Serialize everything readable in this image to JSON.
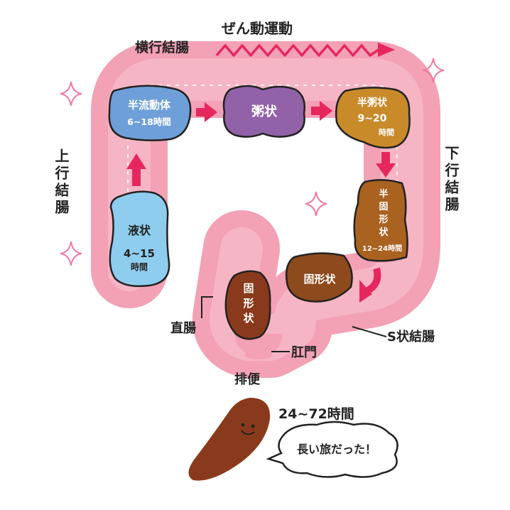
{
  "colon": {
    "ascending": "上行結腸",
    "transverse": "横行結腸",
    "descending": "下行結腸",
    "sigmoid": "S状結腸",
    "rectum": "直腸",
    "anus": "肛門",
    "peristalsis": "ぜん動運動",
    "defecation": "排便"
  },
  "stages": {
    "liquid": {
      "name": "液状",
      "time": "4~15",
      "unit": "時間"
    },
    "semi_fluid": {
      "name": "半流動体",
      "time": "6~18時間"
    },
    "porridge": {
      "name": "粥状"
    },
    "semi_porridge": {
      "name": "半粥状",
      "time": "9~20",
      "unit": "時間"
    },
    "semi_solid": {
      "c1": "半",
      "c2": "固",
      "c3": "形",
      "c4": "状",
      "time": "12~24時間"
    },
    "solid": {
      "name": "固形状"
    },
    "rectum_solid": {
      "c1": "固",
      "c2": "形",
      "c3": "状"
    }
  },
  "total": {
    "time": "24~72時間",
    "speech": "長い旅だった！"
  },
  "colors": {
    "colon": "#f3a1b5",
    "colon_inner": "#f8c3cf",
    "arrow": "#e6275d",
    "liquid": "#8fcdee",
    "semi_fluid": "#6f9fd8",
    "porridge": "#9262a8",
    "semi_porridge": "#c98a2a",
    "semi_solid": "#a9621f",
    "solid": "#8d4a1c",
    "stool": "#8a3a1c"
  }
}
